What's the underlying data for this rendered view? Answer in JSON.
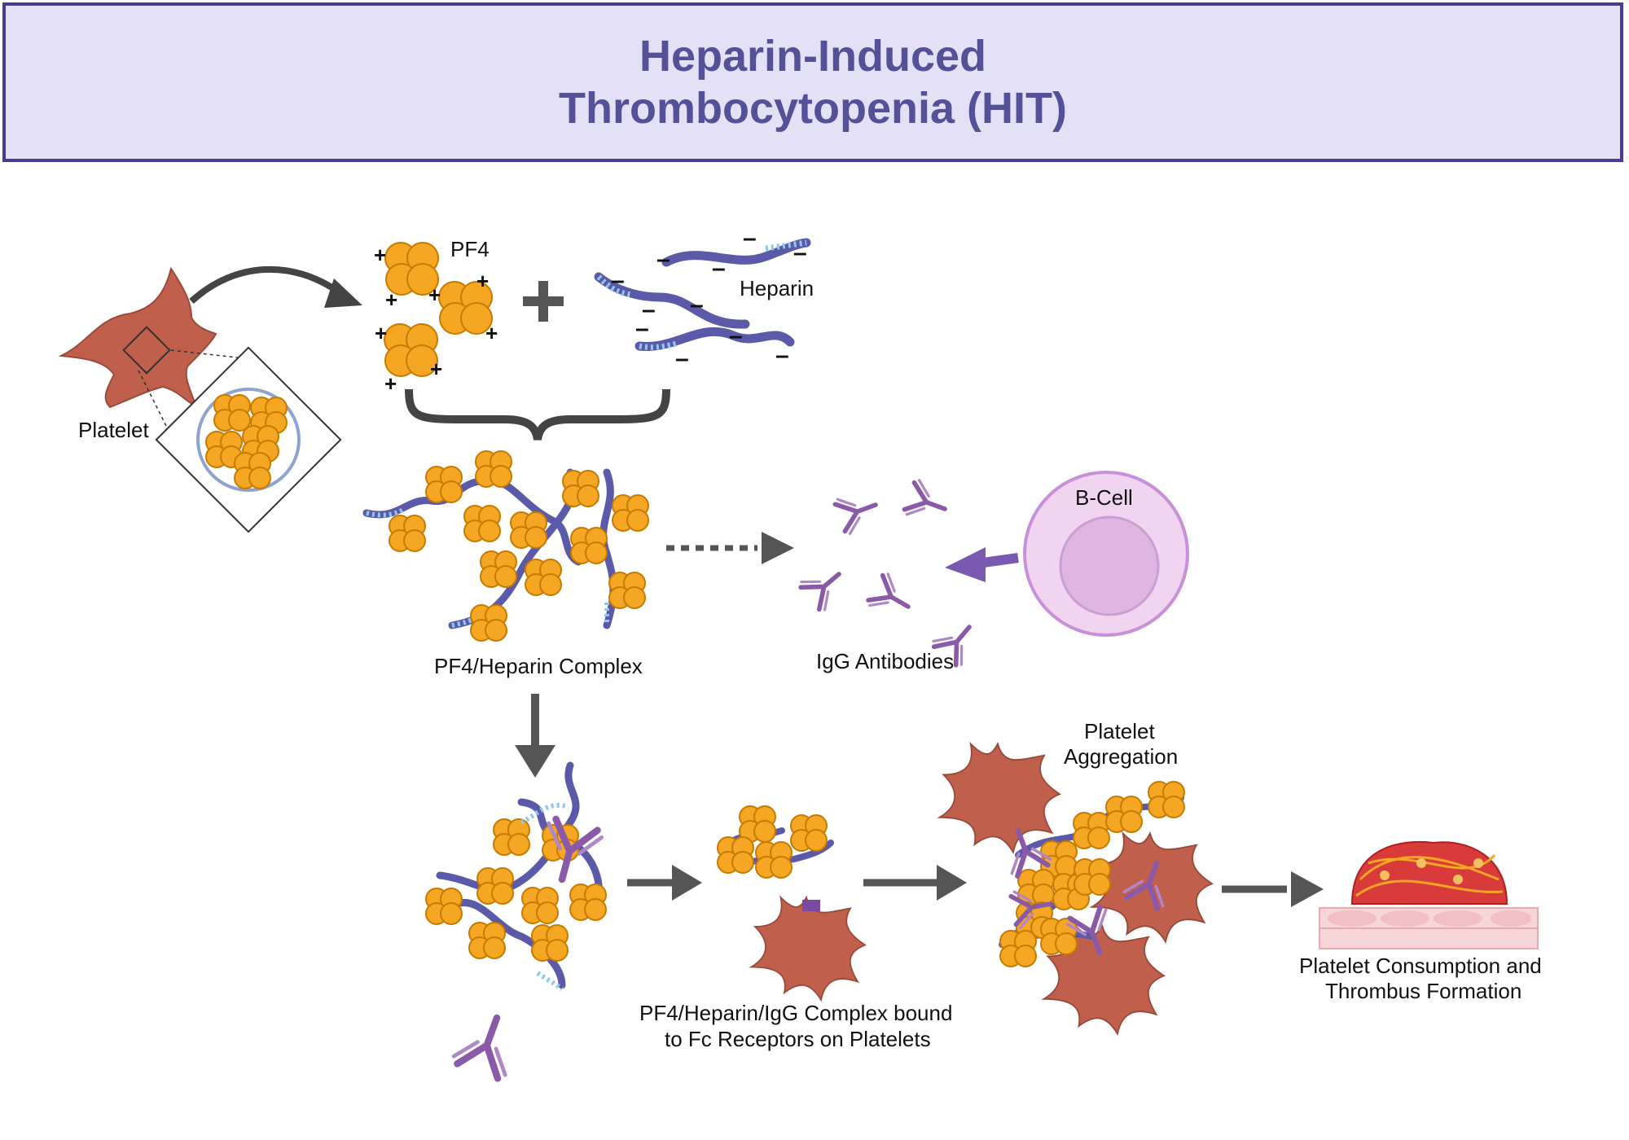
{
  "title": {
    "line1": "Heparin-Induced",
    "line2": "Thrombocytopenia (HIT)"
  },
  "labels": {
    "pf4": "PF4",
    "heparin": "Heparin",
    "platelet": "Platelet",
    "b_cell": "B-Cell",
    "pf4_heparin_complex": "PF4/Heparin Complex",
    "igg_antibodies": "IgG Antibodies",
    "platelet_aggregation_1": "Platelet",
    "platelet_aggregation_2": "Aggregation",
    "fc_bound_1": "PF4/Heparin/IgG Complex bound",
    "fc_bound_2": "to Fc Receptors on Platelets",
    "consumption_1": "Platelet Consumption and",
    "consumption_2": "Thrombus Formation",
    "plus": "+",
    "minus": "–"
  },
  "colors": {
    "header_bg": "#e4e0f5",
    "header_border": "#4b3a8f",
    "title_text": "#545199",
    "platelet": "#c0604c",
    "pf4": "#f5a623",
    "heparin": "#5a5aa8",
    "antibody": "#8a5aa8",
    "b_cell": "#f0d4f0",
    "arrow": "#555555"
  }
}
